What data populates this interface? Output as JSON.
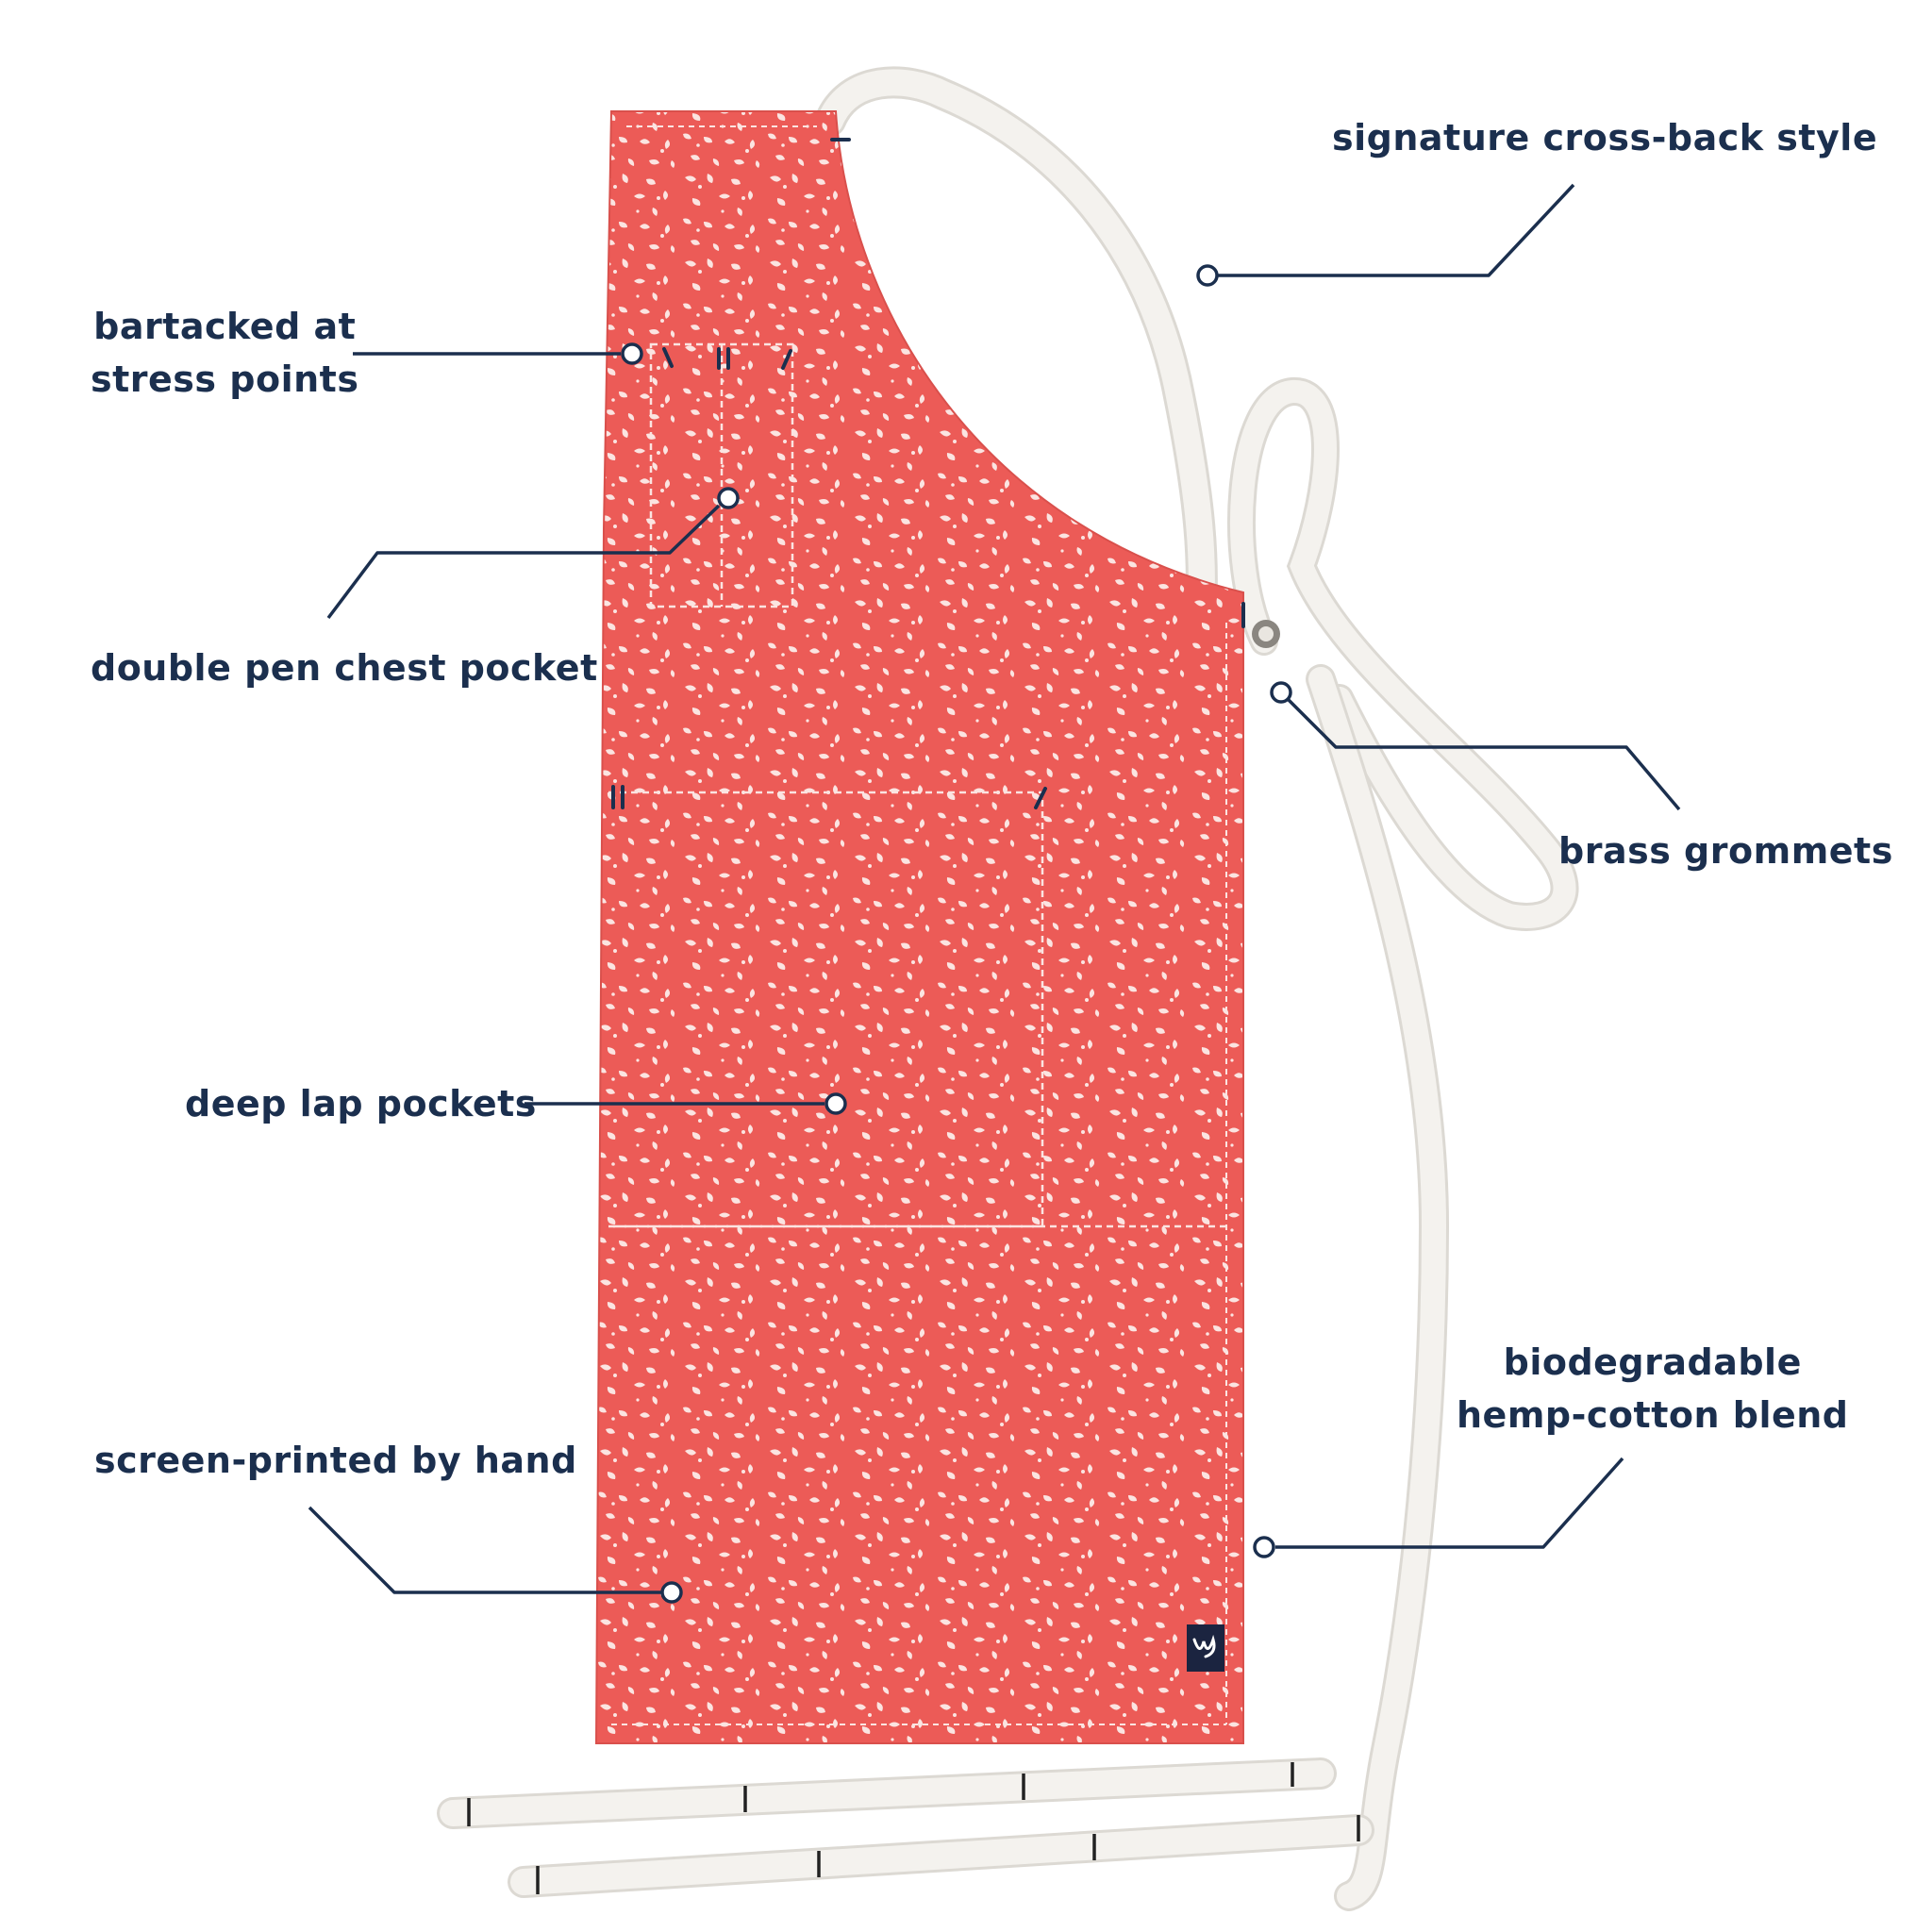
{
  "colors": {
    "apron": "#ec5b57",
    "speckle": "#fbe4e1",
    "strap": "#f4f2ee",
    "callout": "#1b2f4e"
  },
  "callouts": {
    "cross_back": "signature cross-back style",
    "bartacked": [
      "bartacked at",
      "stress points"
    ],
    "pen_pocket": "double pen chest pocket",
    "grommets": "brass grommets",
    "lap_pockets": "deep lap pockets",
    "fabric": [
      "biodegradable",
      "hemp-cotton blend"
    ],
    "screen_printed": "screen-printed by hand"
  },
  "logo_icon": "script-w-logo-icon"
}
